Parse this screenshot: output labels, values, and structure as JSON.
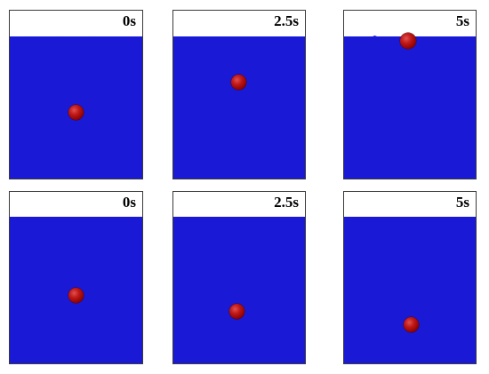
{
  "panels": [
    {
      "time": "0s"
    },
    {
      "time": "2.5s"
    },
    {
      "time": "5s"
    },
    {
      "time": "0s"
    },
    {
      "time": "2.5s"
    },
    {
      "time": "5s"
    }
  ],
  "colors": {
    "fluid": "#1a1ad6",
    "sphere": "#c01818",
    "frame": "#3a3a3a"
  }
}
